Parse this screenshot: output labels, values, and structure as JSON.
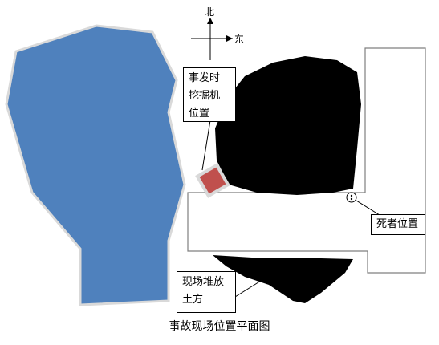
{
  "compass": {
    "north": "北",
    "east": "东"
  },
  "labels": {
    "excavator": "事发时\n挖掘机\n位置",
    "deceased": "死者位置",
    "spoil_heap": "现场堆放\n土方"
  },
  "caption": "事故现场位置平面图",
  "colors": {
    "water_fill": "#4f81bd",
    "water_edge": "#d9d9d9",
    "black_mass": "#000000",
    "excavator_fill": "#c0504d",
    "excavator_border": "#d9d9d9",
    "outline": "#7f7f7f"
  }
}
